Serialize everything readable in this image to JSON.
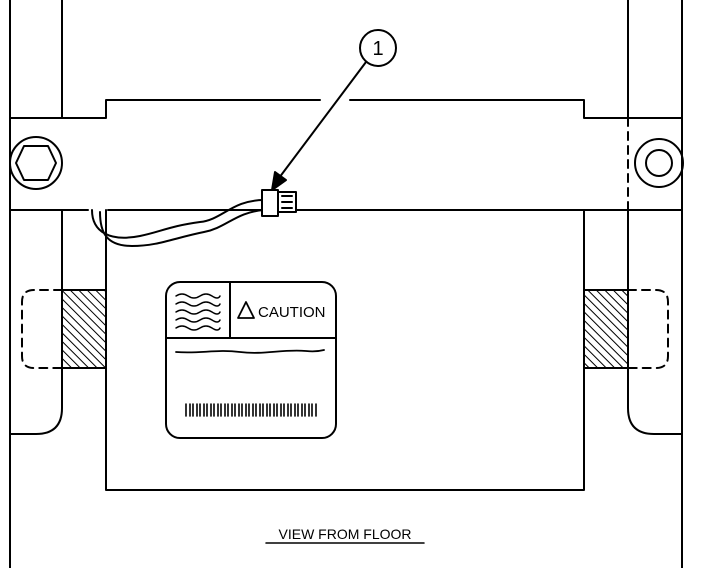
{
  "callout": {
    "number": "1"
  },
  "label": {
    "caution_text": "CAUTION"
  },
  "caption": "VIEW FROM FLOOR"
}
